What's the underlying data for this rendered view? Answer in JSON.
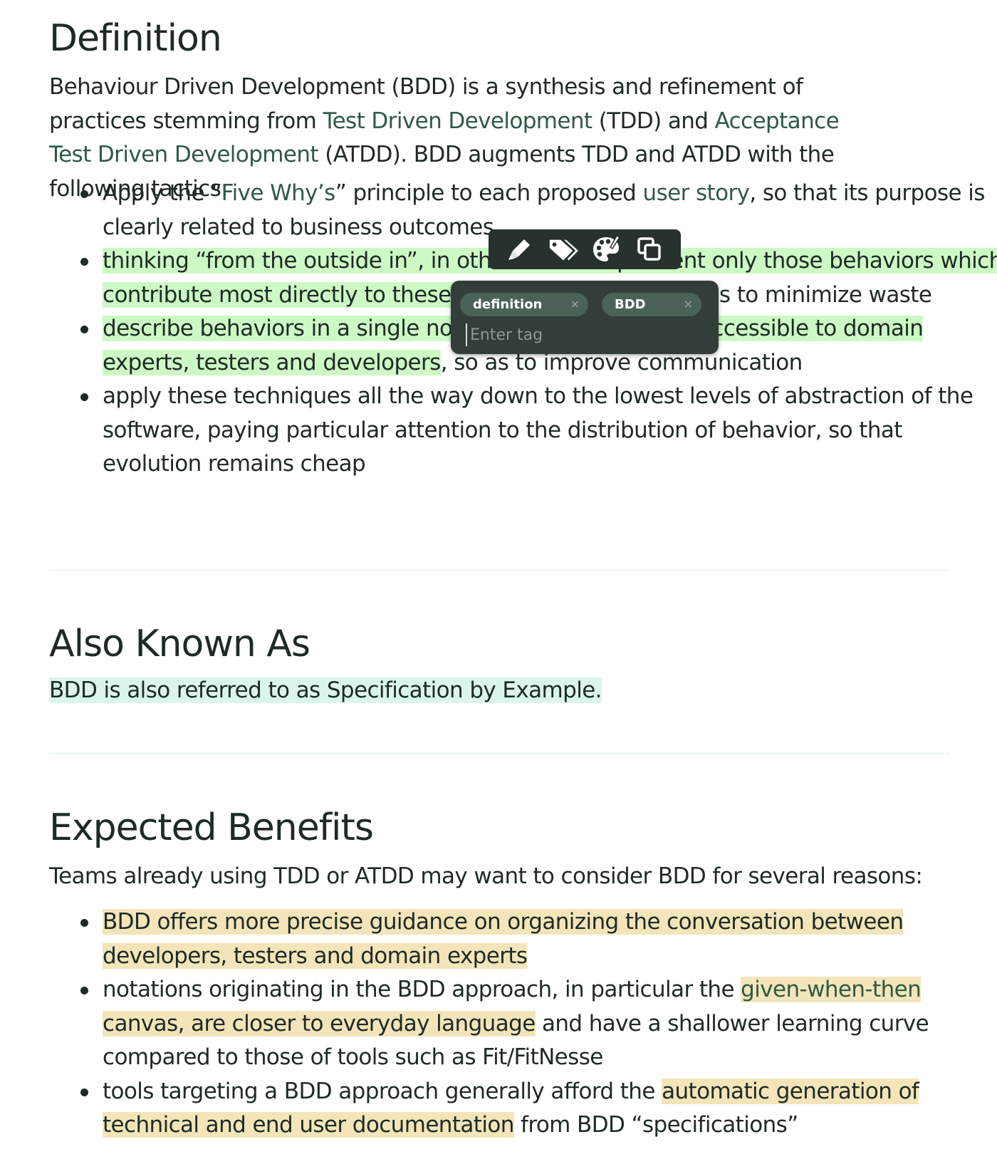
{
  "definition": {
    "heading": "Definition",
    "intro": {
      "t1": "Behaviour Driven Development (BDD) is a synthesis and refinement of practices stemming from ",
      "link1": "Test Driven Development",
      "t2": " (TDD) and ",
      "link2": "Acceptance Test Driven Development",
      "t3": " (ATDD). BDD augments TDD and ATDD with the following tactics:"
    },
    "items": [
      {
        "t1": "Apply the “",
        "link1": "Five Why’s",
        "t2": "” principle to each proposed ",
        "link2": "user story",
        "t3": ", so that its purpose is clearly related to business outcomes"
      },
      {
        "highlighted": "thinking “from the outside in”, in other words implement only those behaviors which contribute most directly to these business outcomes",
        "rest": ", so as to minimize waste"
      },
      {
        "highlighted": "describe behaviors in a single notation which is directly accessible to domain experts, testers and developers",
        "rest": ", so as to improve communication"
      },
      {
        "text": "apply these techniques all the way down to the lowest levels of abstraction of the software, paying particular attention to the distribution of behavior, so that evolution remains cheap"
      }
    ]
  },
  "aka": {
    "heading": "Also Known As",
    "text": "BDD is also referred to as Specification by Example."
  },
  "benefits": {
    "heading": "Expected Benefits",
    "intro": "Teams already using TDD or ATDD may want to consider BDD for several reasons:",
    "items": [
      {
        "highlighted": "BDD offers more precise guidance on organizing the conversation between developers, testers and domain experts"
      },
      {
        "t1": "notations originating in the BDD approach, in particular the ",
        "link": "given-when-then",
        "highlighted": " canvas, are closer to everyday language",
        "rest": " and have a shallower learning curve compared to those of tools such as Fit/FitNesse"
      },
      {
        "t1": "tools targeting a BDD approach generally afford the ",
        "highlighted": "automatic generation of technical and end user documentation",
        "rest": " from BDD “specifications”"
      }
    ]
  },
  "toolbar": {
    "icons": [
      "highlighter-icon",
      "tag-icon",
      "palette-icon",
      "copy-icon"
    ]
  },
  "tag_popup": {
    "tags": [
      "definition",
      "BDD"
    ],
    "input_placeholder": "Enter tag",
    "remove_glyph": "×"
  },
  "colors": {
    "text": "#1e2a26",
    "link": "#2f5a44",
    "highlight_green": "#cdf9c4",
    "highlight_mint": "#dcf5ea",
    "highlight_sand": "#f3e5b9",
    "toolbar_bg": "#27312d",
    "popup_bg": "#333d39",
    "chip_bg": "#4a6356"
  }
}
